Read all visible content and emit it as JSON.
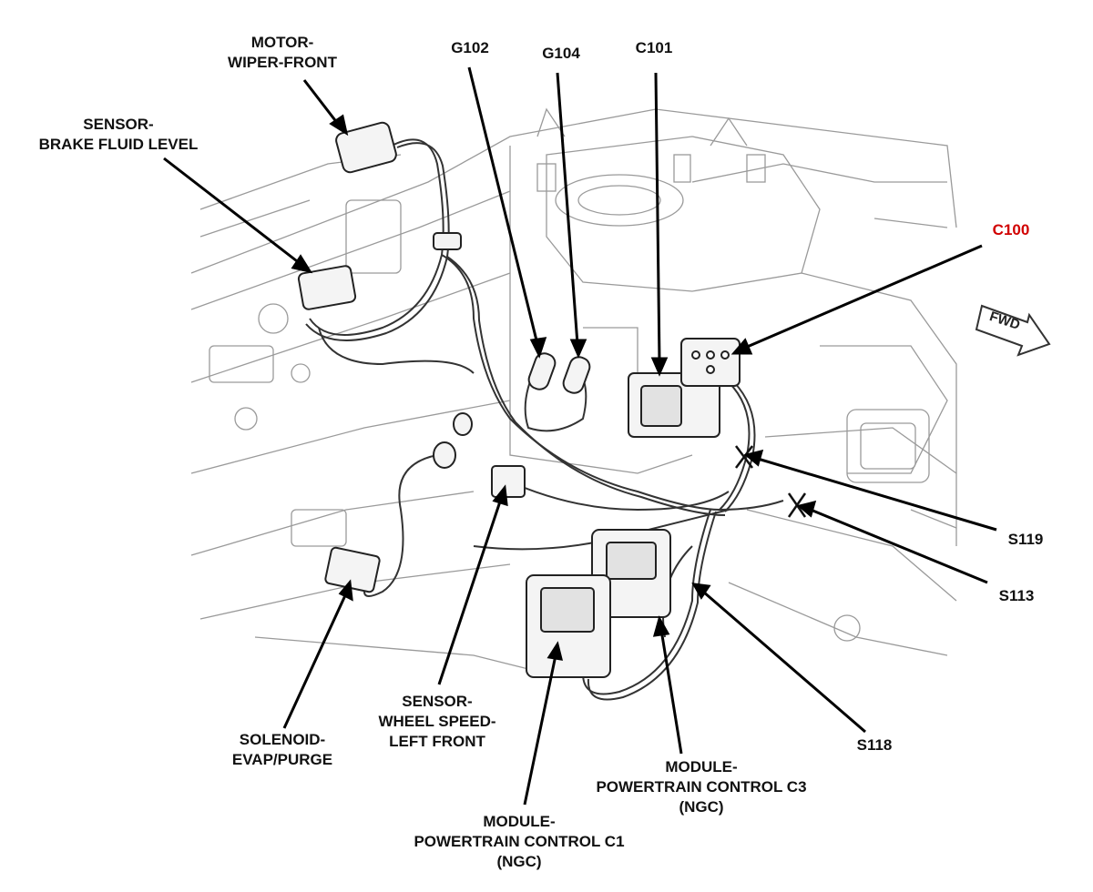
{
  "labels": {
    "motor_wiper_front": [
      "MOTOR-",
      "WIPER-FRONT"
    ],
    "sensor_brake_fluid": [
      "SENSOR-",
      "BRAKE FLUID LEVEL"
    ],
    "g102": "G102",
    "g104": "G104",
    "c101": "C101",
    "c100": "C100",
    "s119": "S119",
    "s113": "S113",
    "s118": "S118",
    "solenoid_evap_purge": [
      "SOLENOID-",
      "EVAP/PURGE"
    ],
    "sensor_wheel_speed": [
      "SENSOR-",
      "WHEEL SPEED-",
      "LEFT FRONT"
    ],
    "module_pcm_c3": [
      "MODULE-",
      "POWERTRAIN CONTROL C3",
      "(NGC)"
    ],
    "module_pcm_c1": [
      "MODULE-",
      "POWERTRAIN CONTROL C1",
      "(NGC)"
    ],
    "fwd_arrow": "FWD"
  },
  "colors": {
    "line": "#111111",
    "sketch": "#8a8a8a",
    "highlight": "#d10000"
  }
}
